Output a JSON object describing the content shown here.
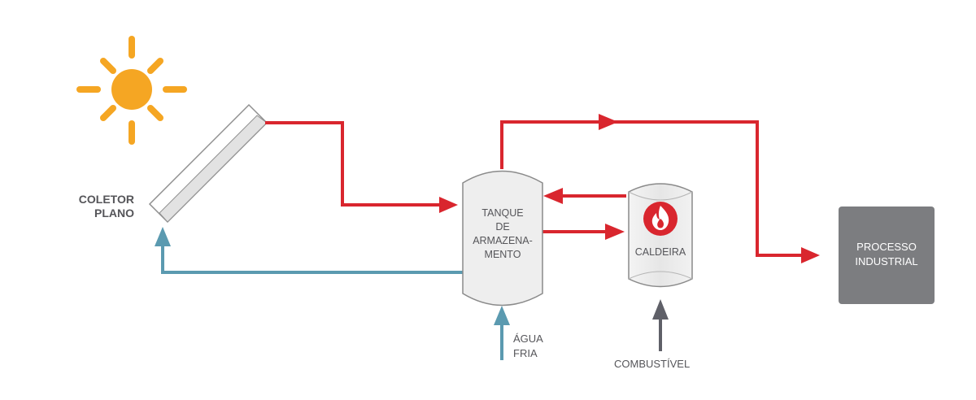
{
  "collector": {
    "line1": "COLETOR",
    "line2": "PLANO"
  },
  "tank": {
    "lines": [
      "TANQUE",
      "DE",
      "ARMAZENA-",
      "MENTO"
    ]
  },
  "boiler": {
    "label": "CALDEIRA"
  },
  "process": {
    "line1": "PROCESSO",
    "line2": "INDUSTRIAL"
  },
  "cold_water": {
    "line1": "ÁGUA",
    "line2": "FRIA"
  },
  "fuel": {
    "label": "COMBUSTÍVEL"
  },
  "colors": {
    "hot_pipe": "#d9262e",
    "cold_pipe": "#5b9ab0",
    "fuel_pipe": "#5f6068",
    "sun": "#f5a623",
    "process_box": "#7c7d80",
    "tank_fill": "#eeeeee",
    "outline": "#8a8a8a",
    "text": "#555559"
  },
  "icons": {
    "sun": "sun-icon",
    "flame": "flame-icon"
  }
}
